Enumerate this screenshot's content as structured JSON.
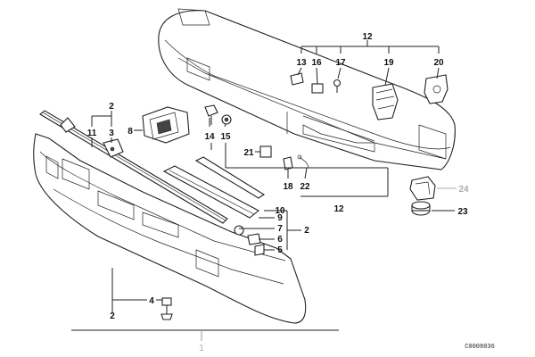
{
  "diagram": {
    "labels": {
      "n12_top": "12",
      "n13": "13",
      "n16": "16",
      "n17": "17",
      "n19": "19",
      "n20": "20",
      "n2_a": "2",
      "n11": "11",
      "n3": "3",
      "n8": "8",
      "n14": "14",
      "n15": "15",
      "n21": "21",
      "n18": "18",
      "n22": "22",
      "n12_mid": "12",
      "n24": "24",
      "n23": "23",
      "n10": "10",
      "n9": "9",
      "n7": "7",
      "n2_b": "2",
      "n6": "6",
      "n5": "5",
      "n4": "4",
      "n2_c": "2",
      "n1": "1"
    },
    "code": "C0008036"
  }
}
